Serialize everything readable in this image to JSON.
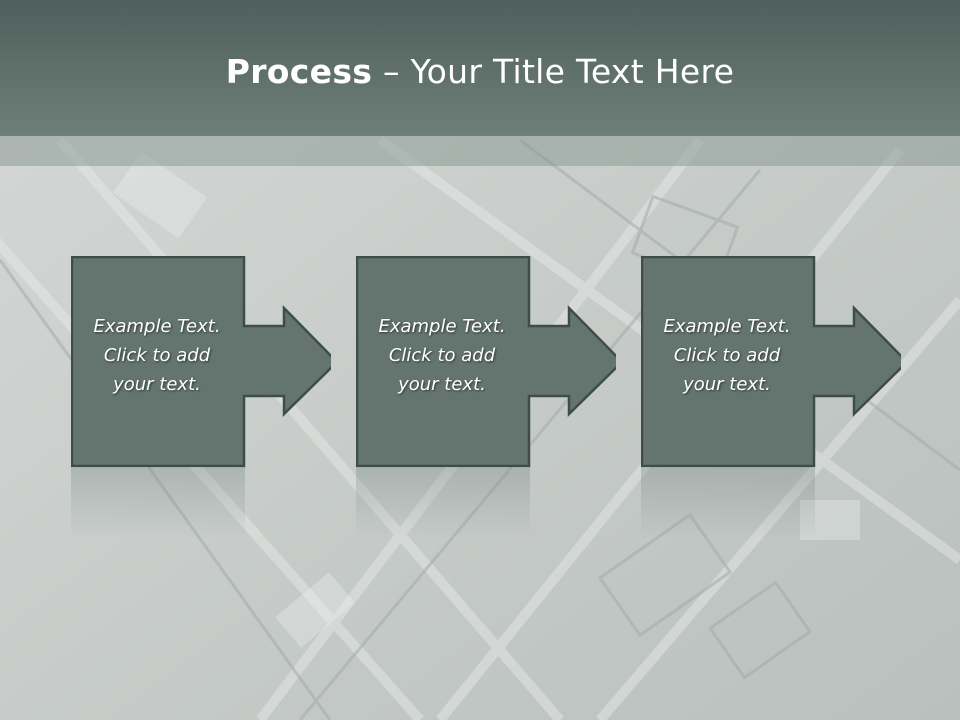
{
  "slide": {
    "title_bold": "Process",
    "title_rest": " – Your Title Text Here"
  },
  "steps": [
    {
      "line1": "Example Text.",
      "line2": "Click  to add",
      "line3": "your text."
    },
    {
      "line1": "Example Text.",
      "line2": "Click  to add",
      "line3": "your text."
    },
    {
      "line1": "Example Text.",
      "line2": "Click  to add",
      "line3": "your text."
    }
  ],
  "colors": {
    "header": "#5e706b",
    "box_fill": "#64756f",
    "box_stroke": "#3f4d49",
    "text": "#ffffff"
  }
}
